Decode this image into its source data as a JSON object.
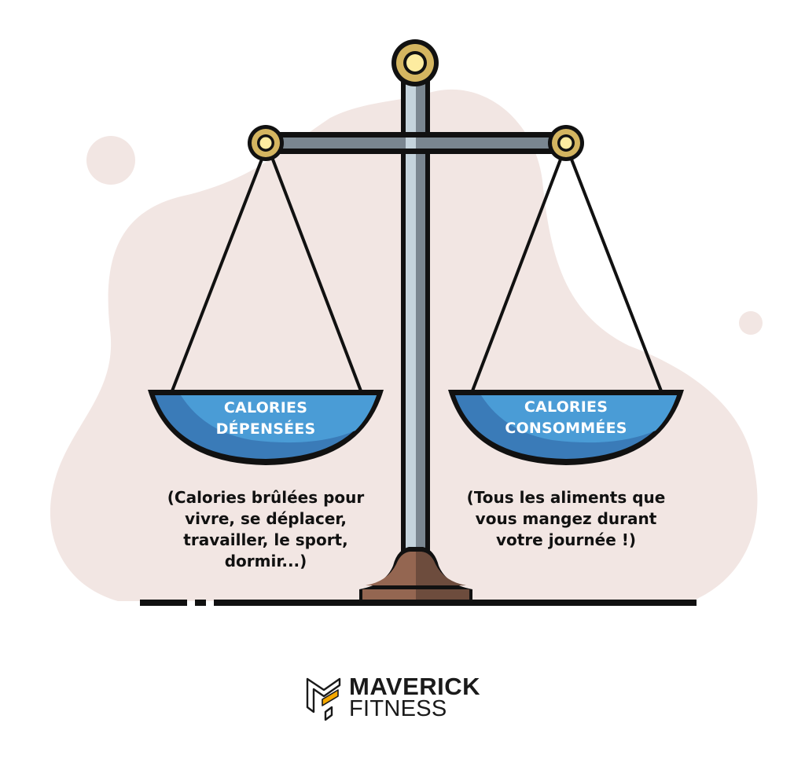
{
  "illustration": {
    "left_pan": {
      "label_line1": "CALORIES",
      "label_line2": "DÉPENSÉES",
      "description_lines": [
        "(Calories brûlées pour",
        "vivre, se déplacer,",
        "travailler, le sport,",
        "dormir...)"
      ]
    },
    "right_pan": {
      "label_line1": "CALORIES",
      "label_line2": "CONSOMMÉES",
      "description_lines": [
        "(Tous les aliments que",
        "vous mangez durant",
        "votre journée !)"
      ]
    },
    "colors": {
      "background_blob": "#f2e6e3",
      "pan_blue": "#4a9cd6",
      "pan_blue_dark": "#3a7bb8",
      "pole_light": "#c4d3dc",
      "pole_dark": "#7a8690",
      "ring_gold": "#d4b560",
      "ring_center": "#fdeca0",
      "base_brown": "#946651",
      "base_brown_dark": "#6d4c3d",
      "outline": "#111111",
      "logo_accent": "#f5a800"
    }
  },
  "brand": {
    "name_line1": "MAVERICK",
    "name_line2": "FITNESS"
  }
}
